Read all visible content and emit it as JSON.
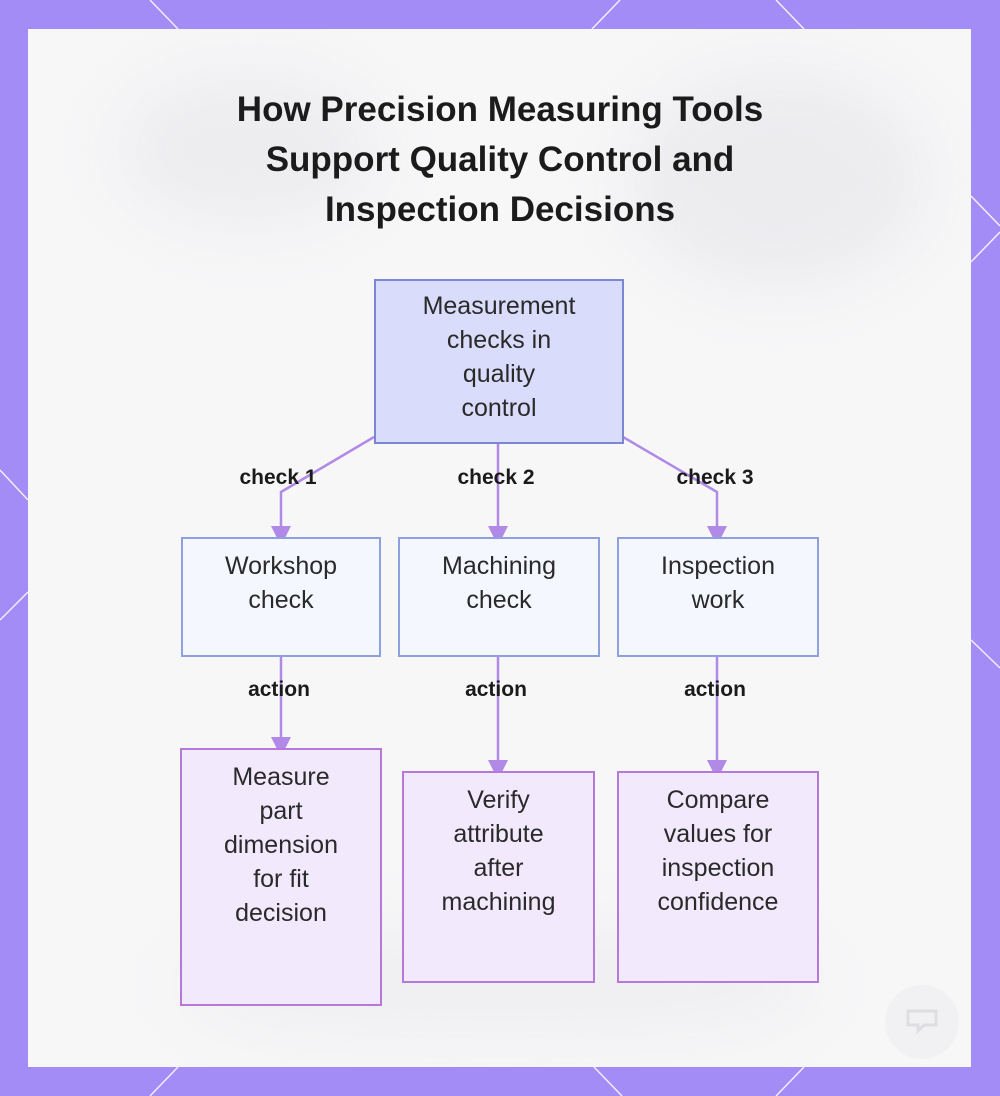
{
  "title": {
    "lines": [
      "How Precision Measuring Tools",
      "Support Quality Control and",
      "Inspection Decisions"
    ]
  },
  "root": {
    "lines": [
      "Measurement",
      "checks in",
      "quality",
      "control"
    ]
  },
  "branches": [
    {
      "edge_label": "check 1",
      "node": {
        "lines": [
          "Workshop",
          "check"
        ]
      },
      "action_label": "action",
      "leaf": {
        "lines": [
          "Measure",
          "part",
          "dimension",
          "for fit",
          "decision"
        ]
      }
    },
    {
      "edge_label": "check 2",
      "node": {
        "lines": [
          "Machining",
          "check"
        ]
      },
      "action_label": "action",
      "leaf": {
        "lines": [
          "Verify",
          "attribute",
          "after",
          "machining"
        ]
      }
    },
    {
      "edge_label": "check 3",
      "node": {
        "lines": [
          "Inspection",
          "work"
        ]
      },
      "action_label": "action",
      "leaf": {
        "lines": [
          "Compare",
          "values for",
          "inspection",
          "confidence"
        ]
      }
    }
  ],
  "colors": {
    "frame": "#a48cf6",
    "root_fill": "#d9dcfb",
    "mid_fill": "#f5f7ff",
    "leaf_fill": "#f2e9fd",
    "connector": "#b08ae6"
  }
}
